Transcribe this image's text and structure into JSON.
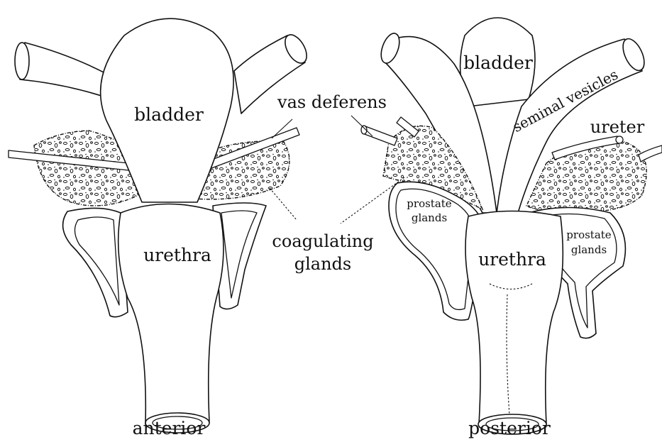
{
  "anterior": {
    "bladder": "bladder",
    "urethra": "urethra",
    "view": "anterior"
  },
  "posterior": {
    "bladder": "bladder",
    "seminal_vesicles": "seminal vesicles",
    "ureter": "ureter",
    "prostate_left_1": "prostate",
    "prostate_left_2": "glands",
    "prostate_right_1": "prostate",
    "prostate_right_2": "glands",
    "urethra": "urethra",
    "view": "posterior"
  },
  "shared": {
    "vas_deferens": "vas deferens",
    "coagulating_1": "coagulating",
    "coagulating_2": "glands"
  }
}
